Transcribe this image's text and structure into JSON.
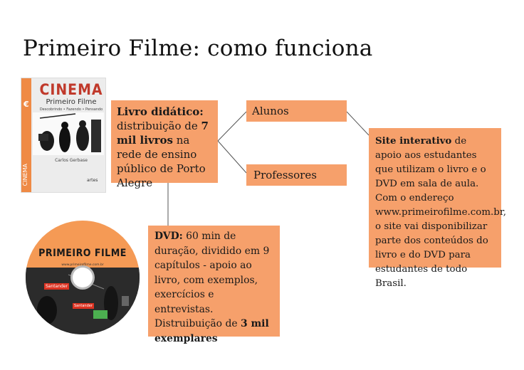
{
  "title": "Primeiro Filme: como funciona",
  "colors": {
    "box": "#f6a06b",
    "line": "#555555",
    "text": "#1a1a1a"
  },
  "book": {
    "title": "CINEMA",
    "subtitle": "Primeiro Filme",
    "tagline": "Descobrindo • Fazendo • Pensando",
    "author": "Carlos Gerbase",
    "publisher": "artes",
    "spine_title": "CINEMA"
  },
  "dvd_disc": {
    "label": "PRIMEIRO FILME",
    "url": "www.primeirofilme.com.br",
    "sponsor": "Santander"
  },
  "nodes": {
    "livro": {
      "bold_label": "Livro didático:",
      "text_a": " distribuição de ",
      "bold_count": "7 mil livros",
      "text_b": " na rede de ensino público de Porto Alegre"
    },
    "alunos": {
      "label": "Alunos"
    },
    "professores": {
      "label": "Professores"
    },
    "site": {
      "bold_label": "Site interativo",
      "text": " de apoio aos estudantes que utilizam o livro e o DVD em sala de aula. Com o endereço www.primeirofilme.com.br, o site vai disponibilizar parte dos conteúdos do livro e do DVD para estudantes de todo Brasil."
    },
    "dvd": {
      "bold_label": "DVD:",
      "text": " 60 min de duração, dividido em 9 capítulos - apoio ao livro, com exemplos, exercícios e entrevistas. Distruibuição de ",
      "bold_count": "3 mil exemplares"
    }
  }
}
